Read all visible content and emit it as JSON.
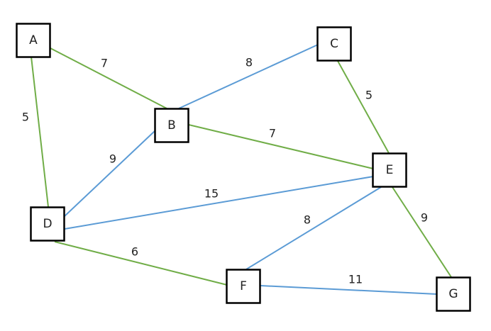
{
  "diagram": {
    "type": "weighted-undirected-graph",
    "colors": {
      "mst_edge": "#70AD47",
      "other_edge": "#5B9BD5",
      "node_border": "#000000"
    },
    "nodes": [
      {
        "id": "A",
        "label": "A"
      },
      {
        "id": "B",
        "label": "B"
      },
      {
        "id": "C",
        "label": "C"
      },
      {
        "id": "D",
        "label": "D"
      },
      {
        "id": "E",
        "label": "E"
      },
      {
        "id": "F",
        "label": "F"
      },
      {
        "id": "G",
        "label": "G"
      }
    ],
    "edges": [
      {
        "from": "A",
        "to": "B",
        "weight": "7",
        "kind": "mst_edge"
      },
      {
        "from": "A",
        "to": "D",
        "weight": "5",
        "kind": "mst_edge"
      },
      {
        "from": "B",
        "to": "C",
        "weight": "8",
        "kind": "other_edge"
      },
      {
        "from": "B",
        "to": "D",
        "weight": "9",
        "kind": "other_edge"
      },
      {
        "from": "B",
        "to": "E",
        "weight": "7",
        "kind": "mst_edge"
      },
      {
        "from": "C",
        "to": "E",
        "weight": "5",
        "kind": "mst_edge"
      },
      {
        "from": "D",
        "to": "E",
        "weight": "15",
        "kind": "other_edge"
      },
      {
        "from": "D",
        "to": "F",
        "weight": "6",
        "kind": "mst_edge"
      },
      {
        "from": "E",
        "to": "F",
        "weight": "8",
        "kind": "other_edge"
      },
      {
        "from": "E",
        "to": "G",
        "weight": "9",
        "kind": "mst_edge"
      },
      {
        "from": "F",
        "to": "G",
        "weight": "11",
        "kind": "other_edge"
      }
    ]
  }
}
